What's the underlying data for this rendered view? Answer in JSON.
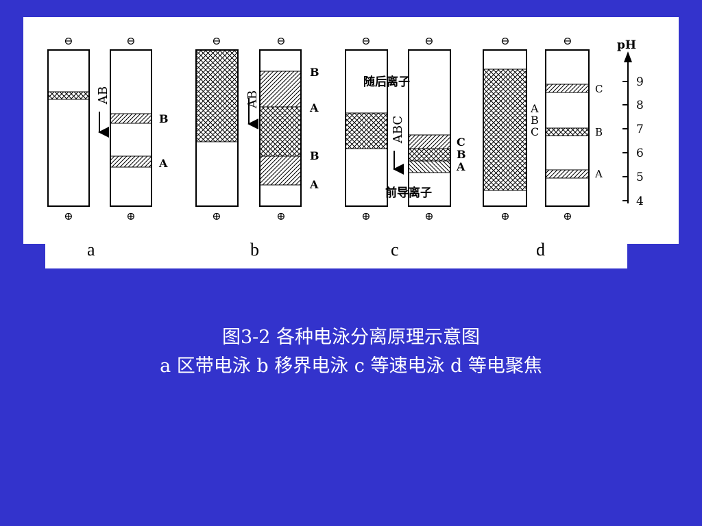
{
  "figure": {
    "panel_labels": {
      "a": "a",
      "b": "b",
      "c": "c",
      "d": "d"
    },
    "caption_line1": "图3-2  各种电泳分离原理示意图",
    "caption_line2": "a 区带电泳  b 移界电泳  c 等速电泳  d 等电聚焦",
    "electrode_neg": "⊖",
    "electrode_pos": "⊕"
  },
  "panel_a": {
    "arrow_label": "AB",
    "band_B": "B",
    "band_A": "A"
  },
  "panel_b": {
    "arrow_label": "AB",
    "labels": [
      "B",
      "A",
      "B",
      "A"
    ]
  },
  "panel_c": {
    "trailing_ion": "随后离子",
    "leading_ion": "前导离子",
    "arrow_label": "ABC",
    "band_labels": [
      "C",
      "B",
      "A"
    ]
  },
  "panel_d": {
    "mixed_labels": [
      "A",
      "B",
      "C"
    ],
    "band_C": "C",
    "band_B": "B",
    "band_A": "A",
    "ph_label": "pH",
    "ph_ticks": [
      "9",
      "8",
      "7",
      "6",
      "5",
      "4"
    ]
  },
  "colors": {
    "background": "#3333cc",
    "panel": "#ffffff",
    "ink": "#000000"
  }
}
